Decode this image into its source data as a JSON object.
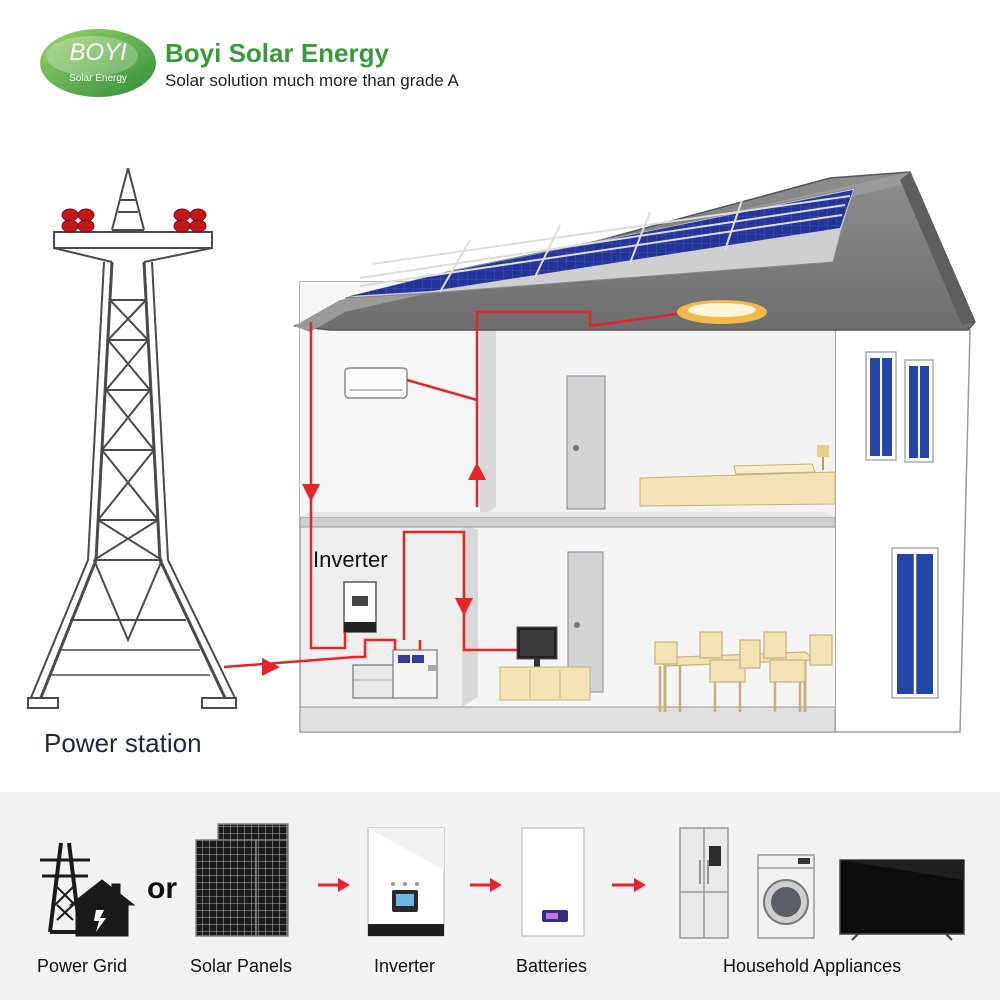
{
  "brand": {
    "logo_text": "BOYI",
    "logo_sub": "Solar Energy",
    "title": "Boyi Solar Energy",
    "tagline": "Solar solution much more than grade A"
  },
  "diagram": {
    "power_station_label": "Power station",
    "inverter_label": "Inverter"
  },
  "flow": {
    "or_label": "or",
    "items": [
      {
        "label": "Power Grid",
        "icon": "power-grid-icon"
      },
      {
        "label": "Solar Panels",
        "icon": "solar-panels-icon"
      },
      {
        "label": "Inverter",
        "icon": "inverter-icon"
      },
      {
        "label": "Batteries",
        "icon": "batteries-icon"
      },
      {
        "label": "Household Appliances",
        "icon": "household-appliances-icon"
      }
    ]
  },
  "colors": {
    "brand_green": "#3a9a3a",
    "wire_red": "#e8242b",
    "panel_blue": "#1f2f8a",
    "window_blue": "#2446a8",
    "furniture": "#f3e3b4"
  }
}
